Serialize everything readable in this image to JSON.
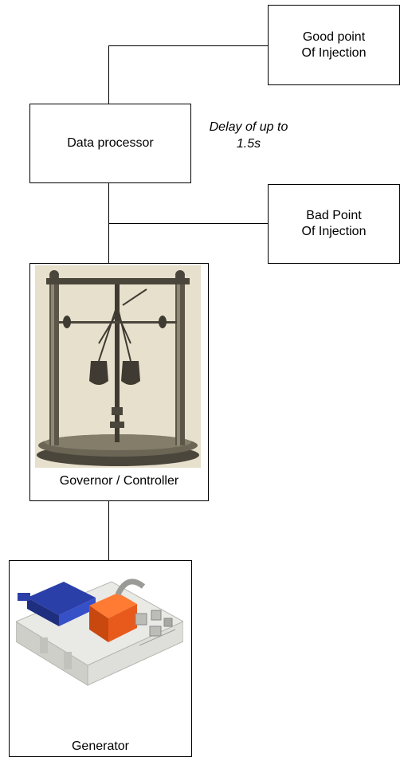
{
  "nodes": {
    "good_point": [
      "Good point",
      "Of Injection"
    ],
    "data_processor": "Data processor",
    "bad_point": [
      "Bad Point",
      "Of Injection"
    ],
    "governor": "Governor / Controller",
    "generator": "Generator"
  },
  "annotation": [
    "Delay of up to",
    "1.5s"
  ],
  "colors": {
    "line": "#000000",
    "governor_bg": "#e7e0cc",
    "generator_orange": "#e85a1c",
    "generator_blue": "#2b3fa8"
  }
}
